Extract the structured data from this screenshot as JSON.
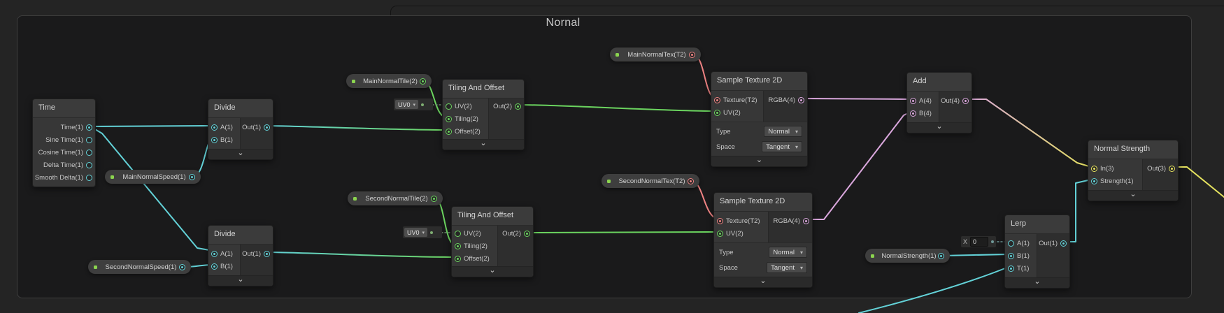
{
  "group": {
    "title": "Nornal"
  },
  "icons": {
    "chevron_collapse": "⌄",
    "dropdown_caret": "▾",
    "exposed_dot": "property-exposed-dot"
  },
  "colors": {
    "background": "#242424",
    "group_fill": "#1a1a1b",
    "group_border": "#3e3e3e",
    "node_header": "#3b3b3b",
    "node_body": "#373737",
    "wire_float": "#63d2d8",
    "wire_vector2": "#6bd45f",
    "wire_vector3": "#e6e35f",
    "wire_vector4": "#dba8de",
    "wire_texture": "#ef8383"
  },
  "nodes": {
    "time": {
      "title": "Time",
      "outputs": [
        "Time(1)",
        "Sine Time(1)",
        "Cosine Time(1)",
        "Delta Time(1)",
        "Smooth Delta(1)"
      ]
    },
    "divide_top": {
      "title": "Divide",
      "inputs": [
        "A(1)",
        "B(1)"
      ],
      "output": "Out(1)"
    },
    "divide_bottom": {
      "title": "Divide",
      "inputs": [
        "A(1)",
        "B(1)"
      ],
      "output": "Out(1)"
    },
    "tiling_top": {
      "title": "Tiling And Offset",
      "uv_value": "UV0",
      "inputs": [
        "UV(2)",
        "Tiling(2)",
        "Offset(2)"
      ],
      "output": "Out(2)"
    },
    "tiling_bottom": {
      "title": "Tiling And Offset",
      "uv_value": "UV0",
      "inputs": [
        "UV(2)",
        "Tiling(2)",
        "Offset(2)"
      ],
      "output": "Out(2)"
    },
    "sample_top": {
      "title": "Sample Texture 2D",
      "inputs": [
        "Texture(T2)",
        "UV(2)"
      ],
      "output": "RGBA(4)",
      "controls": [
        {
          "label": "Type",
          "value": "Normal"
        },
        {
          "label": "Space",
          "value": "Tangent"
        }
      ]
    },
    "sample_bottom": {
      "title": "Sample Texture 2D",
      "inputs": [
        "Texture(T2)",
        "UV(2)"
      ],
      "output": "RGBA(4)",
      "controls": [
        {
          "label": "Type",
          "value": "Normal"
        },
        {
          "label": "Space",
          "value": "Tangent"
        }
      ]
    },
    "add": {
      "title": "Add",
      "inputs": [
        "A(4)",
        "B(4)"
      ],
      "output": "Out(4)"
    },
    "lerp": {
      "title": "Lerp",
      "inputs": [
        "A(1)",
        "B(1)",
        "T(1)"
      ],
      "output": "Out(1)",
      "default_axis": "X",
      "default_value": "0"
    },
    "normal_strength": {
      "title": "Normal Strength",
      "inputs": [
        "In(3)",
        "Strength(1)"
      ],
      "output": "Out(3)"
    }
  },
  "properties": [
    {
      "label": "MainNormalSpeed(1)"
    },
    {
      "label": "MainNormalTile(2)"
    },
    {
      "label": "MainNormalTex(T2)"
    },
    {
      "label": "SecondNormalTile(2)"
    },
    {
      "label": "SecondNormalTex(T2)"
    },
    {
      "label": "SecondNormalSpeed(1)"
    },
    {
      "label": "NormalStrength(1)"
    }
  ]
}
